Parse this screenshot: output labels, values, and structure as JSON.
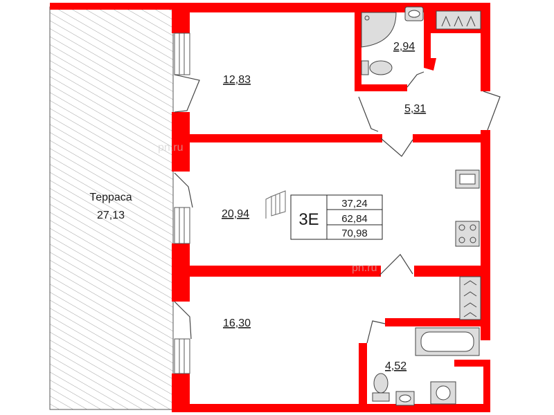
{
  "rooms": {
    "terrace": {
      "name": "Терраса",
      "area": "27,13"
    },
    "bedroom_top": {
      "area": "12,83"
    },
    "bathroom_top": {
      "area": "2,94"
    },
    "hall": {
      "area": "5,31"
    },
    "living_kitchen": {
      "area": "20,94"
    },
    "bedroom_bottom": {
      "area": "16,30"
    },
    "bathroom_bottom": {
      "area": "4,52"
    }
  },
  "apartment": {
    "type": "3Е",
    "living_area": "37,24",
    "total_area": "62,84",
    "total_with_terrace": "70,98"
  },
  "watermarks": [
    "pn.ru",
    "pn.ru"
  ],
  "colors": {
    "walls": "#ff0000",
    "fixtures": "#d0d0d0",
    "lines": "#333333"
  }
}
